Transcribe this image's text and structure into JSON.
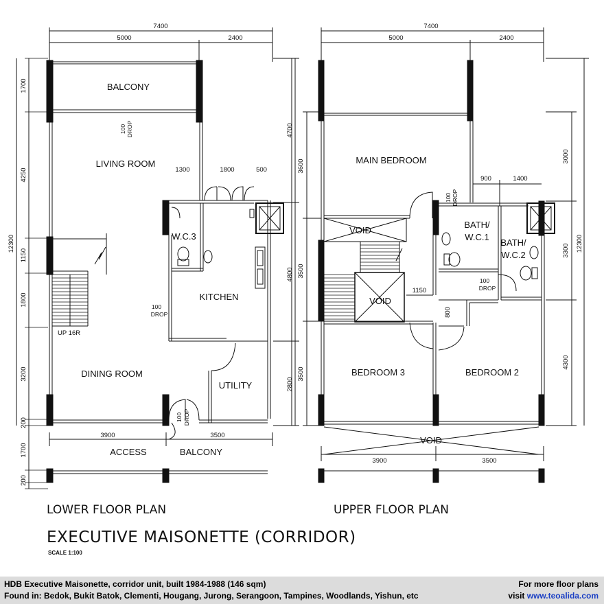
{
  "lower": {
    "dims_top": [
      "7400",
      "5000",
      "2400"
    ],
    "dims_left": [
      "1700",
      "4250",
      "12300",
      "1150",
      "1800",
      "3200",
      "200",
      "1700",
      "200"
    ],
    "dims_right": [
      "4700",
      "4800",
      "2800"
    ],
    "dims_inner": [
      "1300",
      "1800",
      "500"
    ],
    "dims_bottom": [
      "3900",
      "3500"
    ],
    "rooms": {
      "balcony_top": "BALCONY",
      "living": "LIVING ROOM",
      "wc3": "W.C.3",
      "kitchen": "KITCHEN",
      "dining": "DINING ROOM",
      "utility": "UTILITY",
      "access": "ACCESS",
      "balcony_bottom": "BALCONY"
    },
    "drops": [
      "100",
      "DROP",
      "100",
      "DROP",
      "100",
      "DROP"
    ],
    "stair_label": "UP 16R",
    "title": "LOWER FLOOR PLAN"
  },
  "upper": {
    "dims_top": [
      "7400",
      "5000",
      "2400"
    ],
    "dims_left": [
      "3600",
      "3500",
      "3500"
    ],
    "dims_right": [
      "3000",
      "3300",
      "12300",
      "4300"
    ],
    "dims_inner": [
      "900",
      "1400",
      "1150",
      "800"
    ],
    "dims_bottom": [
      "3900",
      "3500"
    ],
    "rooms": {
      "main_bedroom": "MAIN BEDROOM",
      "void1": "VOID",
      "void2": "VOID",
      "void3": "VOID",
      "bath1_a": "BATH/",
      "bath1_b": "W.C.1",
      "bath2_a": "BATH/",
      "bath2_b": "W.C.2",
      "bedroom3": "BEDROOM 3",
      "bedroom2": "BEDROOM 2"
    },
    "drops": [
      "100",
      "DROP",
      "100",
      "DROP"
    ],
    "title": "UPPER FLOOR PLAN"
  },
  "main_title": "EXECUTIVE MAISONETTE (CORRIDOR)",
  "scale": "SCALE 1:100",
  "footer": {
    "line1": "HDB Executive Maisonette, corridor unit, built 1984-1988 (146 sqm)",
    "line2": "Found in: Bedok, Bukit Batok, Clementi, Hougang, Jurong, Serangoon, Tampines, Woodlands, Yishun, etc",
    "more": "For more floor plans",
    "visit": "visit",
    "site": "www.teoalida.com"
  }
}
